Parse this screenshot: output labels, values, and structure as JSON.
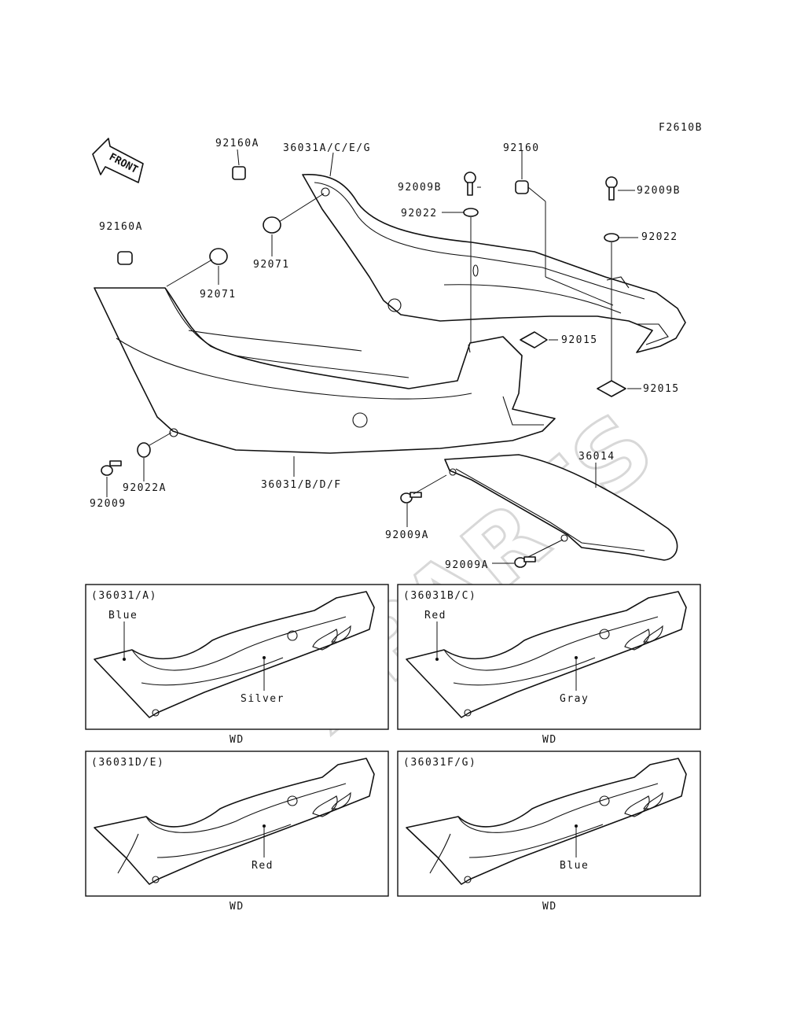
{
  "figure_code": "F2610B",
  "front_label": "FRONT",
  "watermark": "XPARTS",
  "callouts": {
    "c92160A_top": "92160A",
    "c36031ACEG": "36031A/C/E/G",
    "c92160": "92160",
    "c92009B_1": "92009B",
    "c92022_1": "92022",
    "c92009B_2": "92009B",
    "c92022_2": "92022",
    "c92160A_left": "92160A",
    "c92071_1": "92071",
    "c92071_2": "92071",
    "c92015_1": "92015",
    "c92015_2": "92015",
    "c36014": "36014",
    "c92009": "92009",
    "c92022A": "92022A",
    "c36031BDF": "36031/B/D/F",
    "c92009A_1": "92009A",
    "c92009A_2": "92009A"
  },
  "variants": [
    {
      "code": "(36031/A)",
      "color1": "Blue",
      "color2": "Silver",
      "model": "WD"
    },
    {
      "code": "(36031B/C)",
      "color1": "Red",
      "color2": "Gray",
      "model": "WD"
    },
    {
      "code": "(36031D/E)",
      "color1": "",
      "color2": "Red",
      "model": "WD"
    },
    {
      "code": "(36031F/G)",
      "color1": "",
      "color2": "Blue",
      "model": "WD"
    }
  ]
}
